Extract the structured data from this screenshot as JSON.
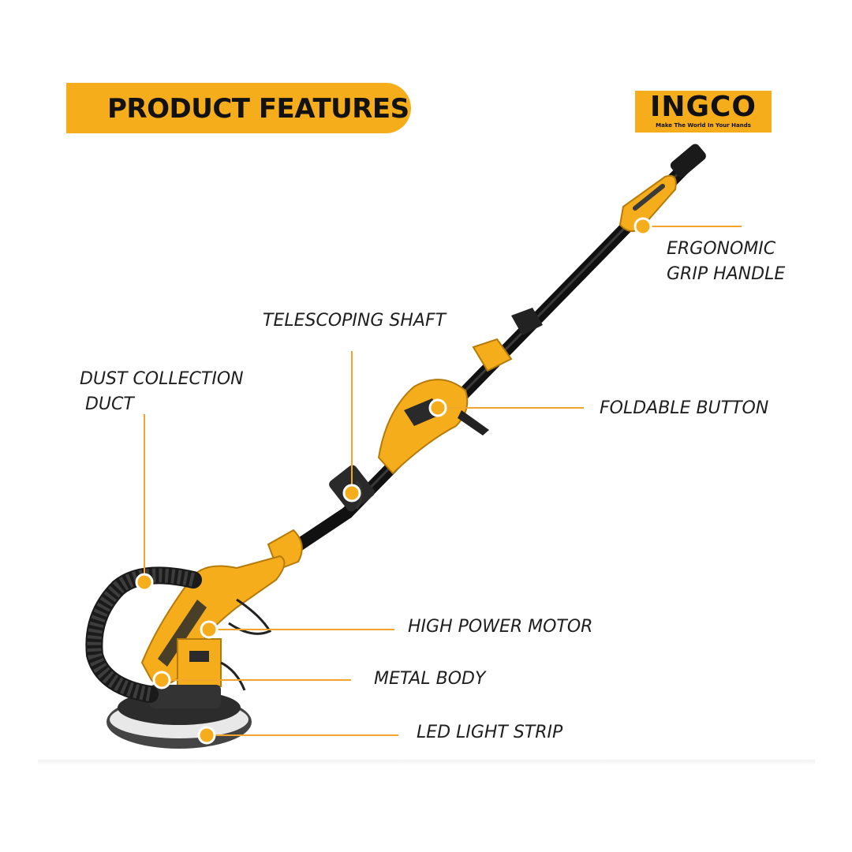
{
  "header": {
    "title": "PRODUCT FEATURES"
  },
  "logo": {
    "wordmark": "INGCO",
    "tagline": "Make The World In Your Hands"
  },
  "features": [
    {
      "id": "ergonomic-grip-handle",
      "lines": [
        "ERGONOMIC",
        "GRIP HANDLE"
      ]
    },
    {
      "id": "telescoping-shaft",
      "lines": [
        "TELESCOPING SHAFT"
      ]
    },
    {
      "id": "dust-collection-duct",
      "lines": [
        "DUST COLLECTION",
        " DUCT"
      ]
    },
    {
      "id": "foldable-button",
      "lines": [
        "FOLDABLE BUTTON"
      ]
    },
    {
      "id": "high-power-motor",
      "lines": [
        "HIGH POWER MOTOR"
      ]
    },
    {
      "id": "metal-body",
      "lines": [
        "METAL BODY"
      ]
    },
    {
      "id": "led-light-strip",
      "lines": [
        "LED LIGHT STRIP"
      ]
    }
  ],
  "colors": {
    "accent": "#f6ad1c",
    "callout_line": "#f2a52a",
    "text": "#1f1f1f",
    "shaft": "#111111",
    "body_dark": "#2a2a2a"
  }
}
